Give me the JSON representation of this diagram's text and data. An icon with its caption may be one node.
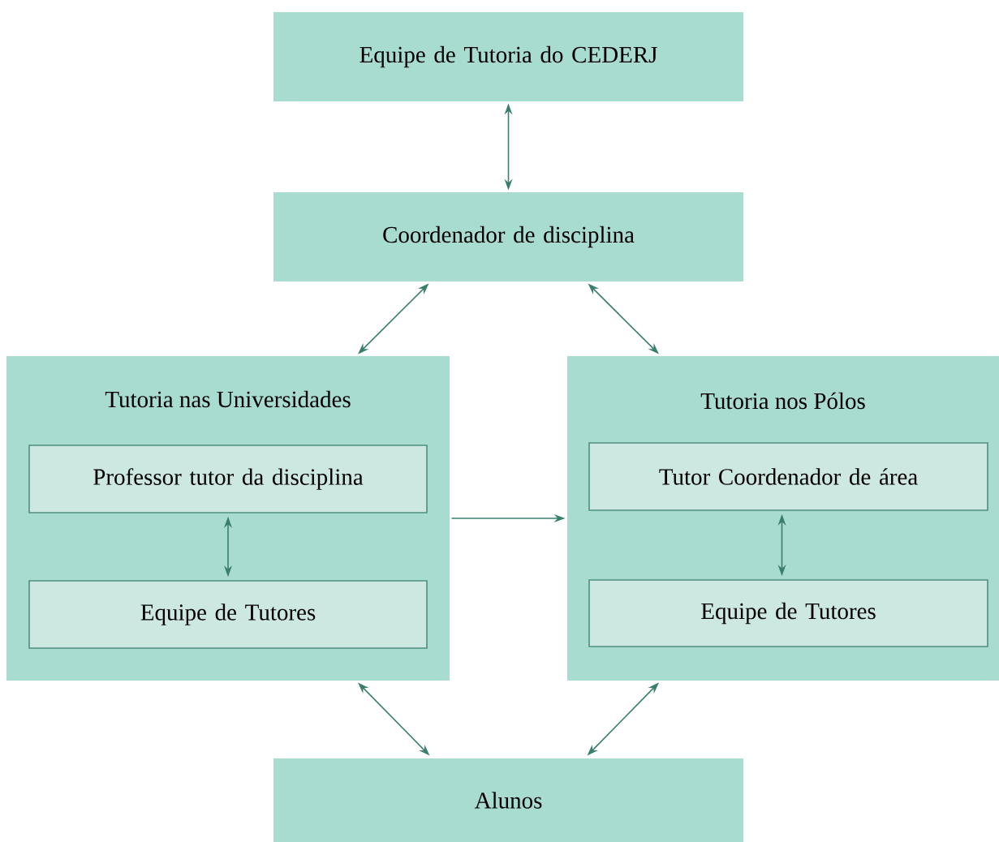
{
  "diagram": {
    "nodes": [
      {
        "text": [
          "Equipe de Tutoria do CEDERJ"
        ]
      },
      {
        "text": [
          "Coordenador de disciplina"
        ]
      },
      {
        "text": [
          "Tutoria nas Universidades"
        ]
      },
      {
        "text": [
          "Professor tutor da disciplina"
        ],
        "in": 2
      },
      {
        "text": [
          "Equipe de Tutores"
        ],
        "in": 2
      },
      {
        "text": [
          "Tutoria nos Pólos"
        ]
      },
      {
        "text": [
          "Tutor Coordenador de área"
        ],
        "in": 5
      },
      {
        "text": [
          "Equipe de Tutores"
        ],
        "in": 5
      },
      {
        "text": [
          "Alunos"
        ]
      }
    ],
    "edges": [
      {
        "from": 0,
        "to": 1,
        "arrow": "both"
      },
      {
        "from": 1,
        "to": 2,
        "arrow": "both"
      },
      {
        "from": 1,
        "to": 5,
        "arrow": "both"
      },
      {
        "from": 3,
        "to": 4,
        "arrow": "both"
      },
      {
        "from": 2,
        "to": 5,
        "arrow": "to"
      },
      {
        "from": 6,
        "to": 7,
        "arrow": "both"
      },
      {
        "from": 2,
        "to": 8,
        "arrow": "both"
      },
      {
        "from": 5,
        "to": 8,
        "arrow": "both"
      }
    ]
  }
}
